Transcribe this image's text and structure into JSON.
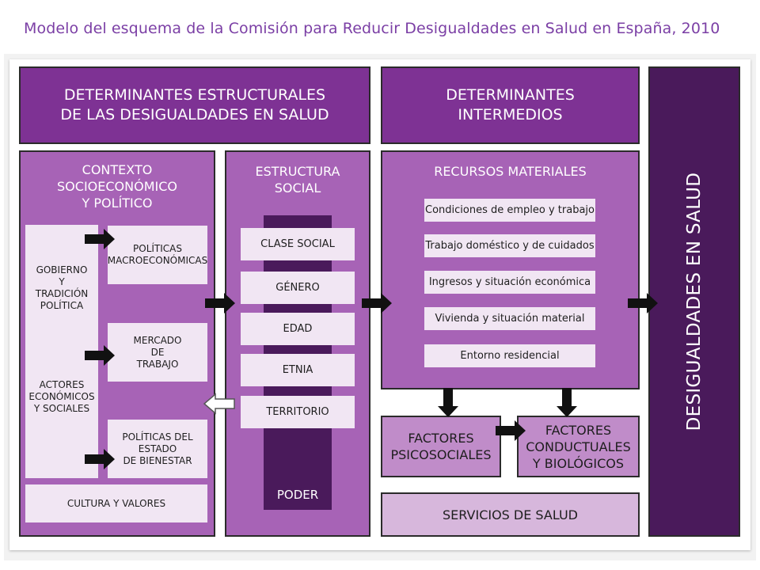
{
  "title": "Modelo del esquema de la Comisión para Reducir Desigualdades en Salud en España, 2010",
  "headers": {
    "structural_line1": "DETERMINANTES ESTRUCTURALES",
    "structural_line2": "DE LAS DESIGUALDADES EN SALUD",
    "intermediate_line1": "DETERMINANTES",
    "intermediate_line2": "INTERMEDIOS"
  },
  "context": {
    "title_line1": "CONTEXTO",
    "title_line2": "SOCIOECONÓMICO",
    "title_line3": "Y POLÍTICO",
    "gov_line1": "GOBIERNO",
    "gov_line2": "Y",
    "gov_line3": "TRADICIÓN",
    "gov_line4": "POLÍTICA",
    "actors_line1": "ACTORES",
    "actors_line2": "ECONÓMICOS",
    "actors_line3": "Y SOCIALES",
    "macro_line1": "POLÍTICAS",
    "macro_line2": "MACROECONÓMICAS",
    "labor_line1": "MERCADO",
    "labor_line2": "DE",
    "labor_line3": "TRABAJO",
    "welfare_line1": "POLÍTICAS DEL",
    "welfare_line2": "ESTADO",
    "welfare_line3": "DE BIENESTAR",
    "culture": "CULTURA Y VALORES"
  },
  "social": {
    "title_line1": "ESTRUCTURA",
    "title_line2": "SOCIAL",
    "items": [
      "CLASE SOCIAL",
      "GÉNERO",
      "EDAD",
      "ETNIA",
      "TERRITORIO"
    ],
    "power": "PODER"
  },
  "resources": {
    "title": "RECURSOS MATERIALES",
    "items": [
      "Condiciones de empleo y trabajo",
      "Trabajo doméstico y de cuidados",
      "Ingresos y situación económica",
      "Vivienda y situación material",
      "Entorno residencial"
    ]
  },
  "factors": {
    "psychosocial_line1": "FACTORES",
    "psychosocial_line2": "PSICOSOCIALES",
    "behavioral_line1": "FACTORES",
    "behavioral_line2": "CONDUCTUALES",
    "behavioral_line3": "Y BIOLÓGICOS",
    "health_services": "SERVICIOS DE SALUD"
  },
  "outcome": "DESIGUALDADES EN SALUD",
  "colors": {
    "header": "#7e3294",
    "panel_mid": "#a763b6",
    "panel_light": "#c08cc9",
    "panel_pale": "#d7b7dc",
    "dark": "#4a1a5b",
    "title_text": "#7b3fa5"
  }
}
